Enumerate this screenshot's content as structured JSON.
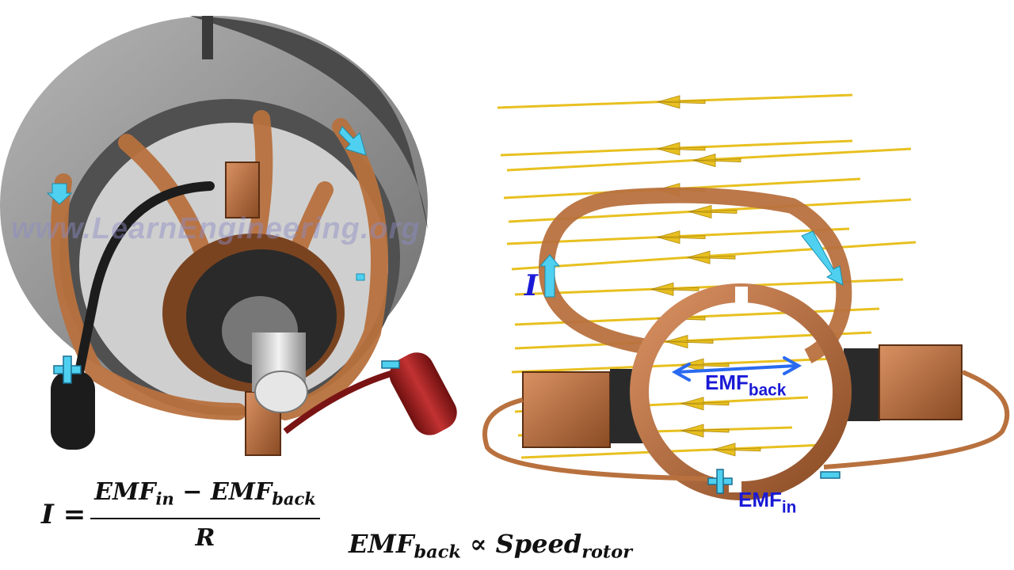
{
  "watermark": "www.LearnEngineering.org",
  "equation_current": {
    "lhs": "I",
    "equals": "=",
    "numerator_main_1": "EMF",
    "numerator_sub_1": "in",
    "minus": "−",
    "numerator_main_2": "EMF",
    "numerator_sub_2": "back",
    "denominator": "R"
  },
  "equation_back_emf": {
    "left_main": "EMF",
    "left_sub": "back",
    "relation": "∝",
    "right_main": "Speed",
    "right_sub": "rotor"
  },
  "labels": {
    "emf_back_main": "EMF",
    "emf_back_sub": "back",
    "emf_in_main": "EMF",
    "emf_in_sub": "in",
    "current": "I"
  },
  "terminal_plus": "+",
  "colors": {
    "copper": "#b8713e",
    "copper_dark": "#7a4320",
    "field_line": "#e8c020",
    "arrow_cyan": "#4fd0f0",
    "label_blue": "#1a1ad6",
    "stator_gray": "#8a8a8a",
    "red_lead": "#a21c1c",
    "black_lead": "#1c1c1c"
  }
}
